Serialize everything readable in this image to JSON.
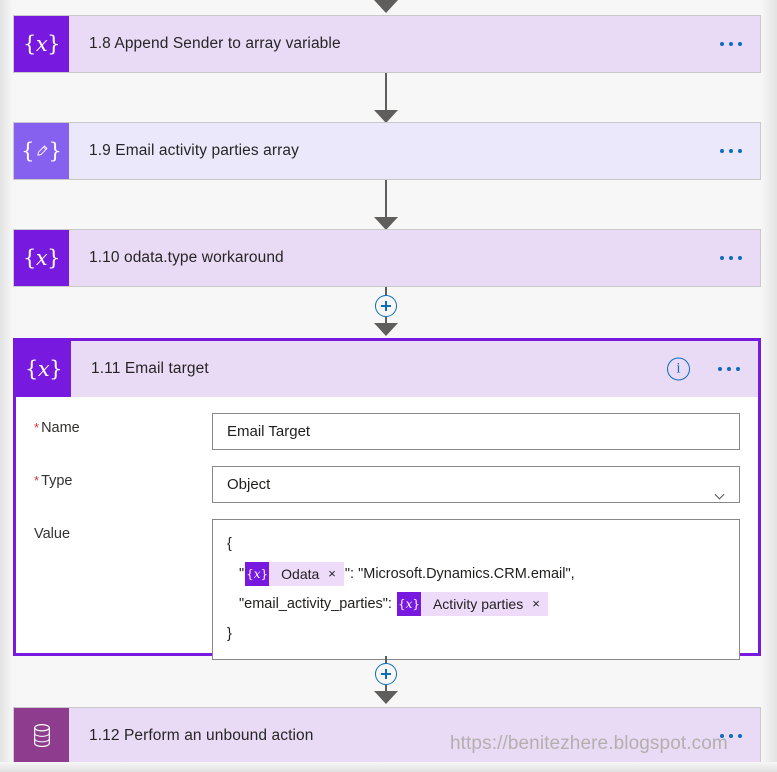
{
  "theme": {
    "canvas_bg": "#f7f7f7",
    "card_bg": "#e9daf5",
    "card_bg_light": "#ece8fb",
    "accent_purple": "#7719de",
    "compose_purple": "#8661f0",
    "dataverse_plum": "#8e3d8e",
    "link_blue": "#0f6cbd",
    "required_red": "#d13438",
    "chip_bg": "#eedbfa",
    "connector_gray": "#605e5c"
  },
  "flow": {
    "steps": [
      {
        "id": "step-1-8",
        "title": "1.8 Append Sender to array variable",
        "icon": "variable-braces-x-icon",
        "icon_bg": "#7719de",
        "card_bg": "#e9daf5",
        "menu": "more-options"
      },
      {
        "id": "step-1-9",
        "title": "1.9 Email activity parties array",
        "icon": "compose-braces-pencil-icon",
        "icon_bg": "#8661f0",
        "card_bg": "#ece8fb",
        "menu": "more-options"
      },
      {
        "id": "step-1-10",
        "title": "1.10 odata.type workaround",
        "icon": "variable-braces-x-icon",
        "icon_bg": "#7719de",
        "card_bg": "#e9daf5",
        "menu": "more-options"
      },
      {
        "id": "step-1-12",
        "title": "1.12 Perform an unbound action",
        "icon": "dataverse-database-icon",
        "icon_bg": "#8e3d8e",
        "card_bg": "#e9daf5",
        "menu": "more-options"
      }
    ],
    "insert_button_label": "+",
    "insert_button_name": "insert-new-step-button"
  },
  "expanded_step": {
    "title": "1.11 Email target",
    "icon": "variable-braces-x-icon",
    "info_icon_label": "i",
    "menu": "more-options",
    "fields": {
      "name": {
        "label": "Name",
        "required": true,
        "value": "Email Target"
      },
      "type": {
        "label": "Type",
        "required": true,
        "value": "Object",
        "chevron": "chevron-down-icon"
      },
      "value": {
        "label": "Value",
        "required": false,
        "lines": {
          "open_brace": "{",
          "line1_quote_open": "\"",
          "line1_chip": {
            "label": "Odata",
            "icon": "{x}",
            "close": "×"
          },
          "line1_after": "\": \"Microsoft.Dynamics.CRM.email\",",
          "line2_key": "\"email_activity_parties\":",
          "line2_chip": {
            "label": "Activity parties",
            "icon": "{x}",
            "close": "×"
          },
          "close_brace": "}"
        }
      }
    }
  },
  "watermark": {
    "text": "https://benitezhere.blogspot.com"
  }
}
